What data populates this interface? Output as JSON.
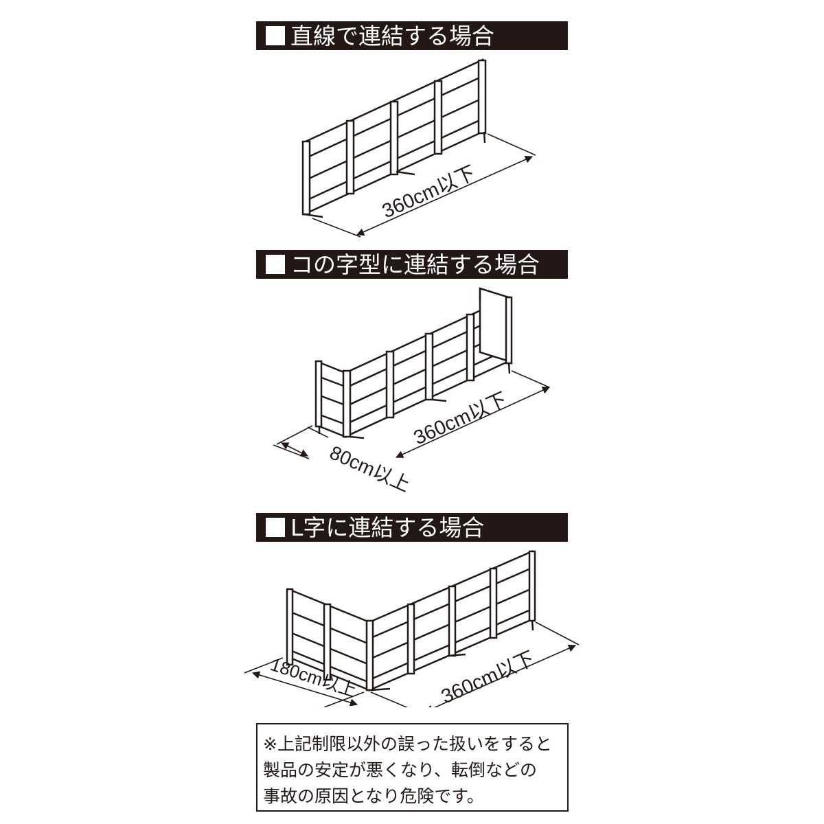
{
  "sections": [
    {
      "title": "直線で連結する場合",
      "dims": [
        "360cm以下"
      ]
    },
    {
      "title": "コの字型に連結する場合",
      "dims": [
        "360cm以下",
        "80cm以上"
      ]
    },
    {
      "title": "L字に連結する場合",
      "dims": [
        "360cm以下",
        "180cm以上"
      ]
    }
  ],
  "note": {
    "lines": [
      "※上記制限以外の誤った扱いをすると",
      "製品の安定が悪くなり、転倒などの",
      "事故の原因となり危険です。"
    ]
  },
  "colors": {
    "ink": "#231815",
    "panel": "#ffffff"
  }
}
